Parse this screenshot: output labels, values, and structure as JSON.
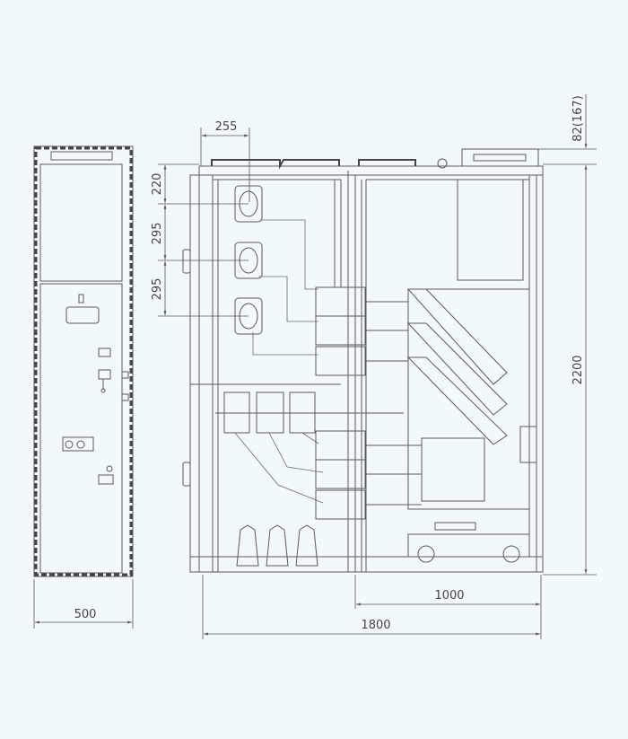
{
  "title": "Switchgear cabinet outline drawing",
  "colors": {
    "background": "#f2f9fc",
    "line": "#5a5a5a"
  },
  "dimensions": {
    "front_width": "500",
    "compartment_width": "255",
    "top_height": "220",
    "mid_height_1": "295",
    "mid_height_2": "295",
    "top_clearance": "82(167)",
    "total_height": "2200",
    "rear_depth": "1000",
    "total_depth": "1800"
  }
}
